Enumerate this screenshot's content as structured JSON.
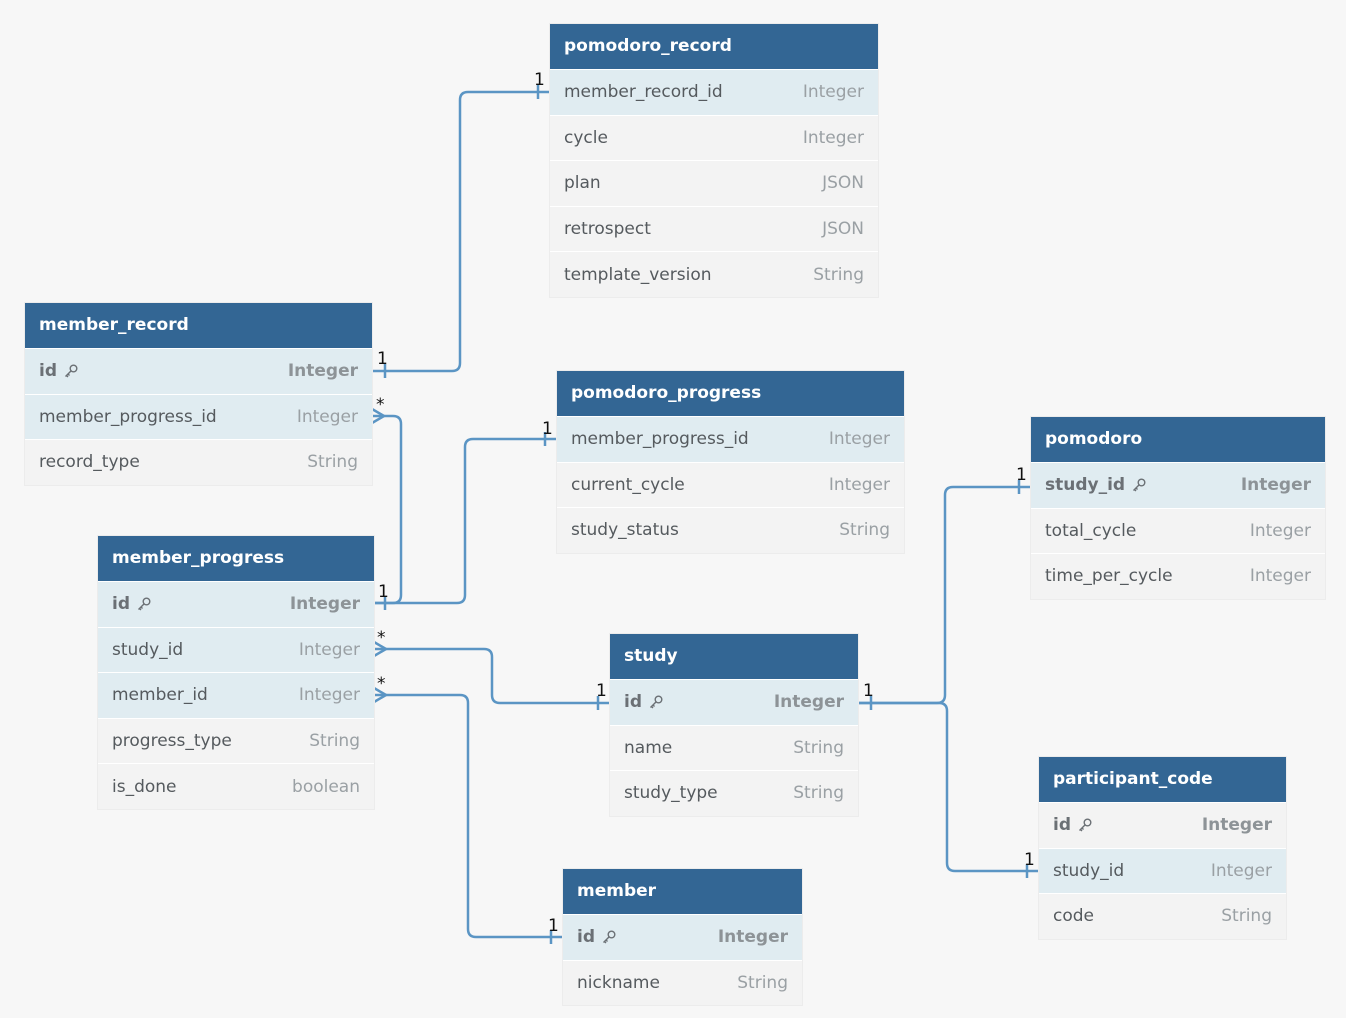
{
  "tables": {
    "pomodoro_record": {
      "name": "pomodoro_record",
      "fields": [
        {
          "name": "member_record_id",
          "type": "Integer"
        },
        {
          "name": "cycle",
          "type": "Integer"
        },
        {
          "name": "plan",
          "type": "JSON"
        },
        {
          "name": "retrospect",
          "type": "JSON"
        },
        {
          "name": "template_version",
          "type": "String"
        }
      ]
    },
    "member_record": {
      "name": "member_record",
      "fields": [
        {
          "name": "id",
          "type": "Integer"
        },
        {
          "name": "member_progress_id",
          "type": "Integer"
        },
        {
          "name": "record_type",
          "type": "String"
        }
      ]
    },
    "pomodoro_progress": {
      "name": "pomodoro_progress",
      "fields": [
        {
          "name": "member_progress_id",
          "type": "Integer"
        },
        {
          "name": "current_cycle",
          "type": "Integer"
        },
        {
          "name": "study_status",
          "type": "String"
        }
      ]
    },
    "pomodoro": {
      "name": "pomodoro",
      "fields": [
        {
          "name": "study_id",
          "type": "Integer"
        },
        {
          "name": "total_cycle",
          "type": "Integer"
        },
        {
          "name": "time_per_cycle",
          "type": "Integer"
        }
      ]
    },
    "member_progress": {
      "name": "member_progress",
      "fields": [
        {
          "name": "id",
          "type": "Integer"
        },
        {
          "name": "study_id",
          "type": "Integer"
        },
        {
          "name": "member_id",
          "type": "Integer"
        },
        {
          "name": "progress_type",
          "type": "String"
        },
        {
          "name": "is_done",
          "type": "boolean"
        }
      ]
    },
    "study": {
      "name": "study",
      "fields": [
        {
          "name": "id",
          "type": "Integer"
        },
        {
          "name": "name",
          "type": "String"
        },
        {
          "name": "study_type",
          "type": "String"
        }
      ]
    },
    "participant_code": {
      "name": "participant_code",
      "fields": [
        {
          "name": "id",
          "type": "Integer"
        },
        {
          "name": "study_id",
          "type": "Integer"
        },
        {
          "name": "code",
          "type": "String"
        }
      ]
    },
    "member": {
      "name": "member",
      "fields": [
        {
          "name": "id",
          "type": "Integer"
        },
        {
          "name": "nickname",
          "type": "String"
        }
      ]
    }
  },
  "relationships": [
    {
      "from": "pomodoro_record.member_record_id",
      "to": "member_record.id",
      "from_card": "1",
      "to_card": "1"
    },
    {
      "from": "member_record.member_progress_id",
      "to": "member_progress.id",
      "from_card": "*",
      "to_card": "1"
    },
    {
      "from": "pomodoro_progress.member_progress_id",
      "to": "member_progress.id",
      "from_card": "1",
      "to_card": "1"
    },
    {
      "from": "member_progress.study_id",
      "to": "study.id",
      "from_card": "*",
      "to_card": "1"
    },
    {
      "from": "member_progress.member_id",
      "to": "member.id",
      "from_card": "*",
      "to_card": "1"
    },
    {
      "from": "pomodoro.study_id",
      "to": "study.id",
      "from_card": "1",
      "to_card": "1"
    },
    {
      "from": "participant_code.study_id",
      "to": "study.id",
      "from_card": "1",
      "to_card": "1"
    }
  ],
  "colors": {
    "header": "#336694",
    "edge": "#5b95c4",
    "highlight_row": "#e0ecf1",
    "row": "#f3f3f3"
  },
  "icons": {
    "primary_key": "key-icon"
  }
}
